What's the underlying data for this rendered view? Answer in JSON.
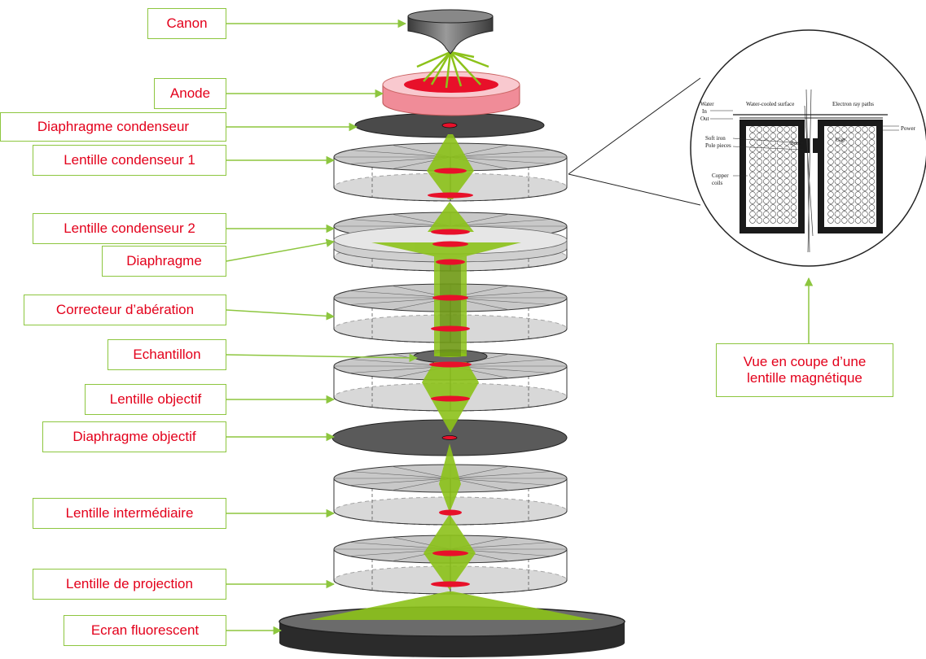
{
  "labels": {
    "canon": "Canon",
    "anode": "Anode",
    "diaphragme_condenseur": "Diaphragme condenseur",
    "lentille_condenseur_1": "Lentille condenseur 1",
    "lentille_condenseur_2": "Lentille condenseur 2",
    "diaphragme": "Diaphragme",
    "correcteur": "Correcteur d’abération",
    "echantillon": "Echantillon",
    "lentille_objectif": "Lentille objectif",
    "diaphragme_objectif": "Diaphragme objectif",
    "lentille_intermediaire": "Lentille intermédiaire",
    "lentille_projection": "Lentille de projection",
    "ecran": "Ecran fluorescent",
    "vue_coupe": "Vue en coupe d’une lentille magnétique"
  },
  "inset": {
    "water": "Water",
    "in": "In",
    "out": "Out",
    "water_cooled_surface": "Water-cooled surface",
    "electron_ray_paths": "Electron ray paths",
    "power": "Power",
    "soft_iron": "Soft iron",
    "pole_pieces": "Pole pieces",
    "bore": "Bore",
    "gap": "Gap",
    "copper": "Copper",
    "coils": "coils"
  },
  "colors": {
    "label_text": "#e3001b",
    "label_border": "#8dc63f",
    "beam": "#8cc21a",
    "focus": "#e8102a",
    "anode": "#f4a6ad",
    "disc_dark": "#555555",
    "lens_grey": "#bdbdbd"
  }
}
